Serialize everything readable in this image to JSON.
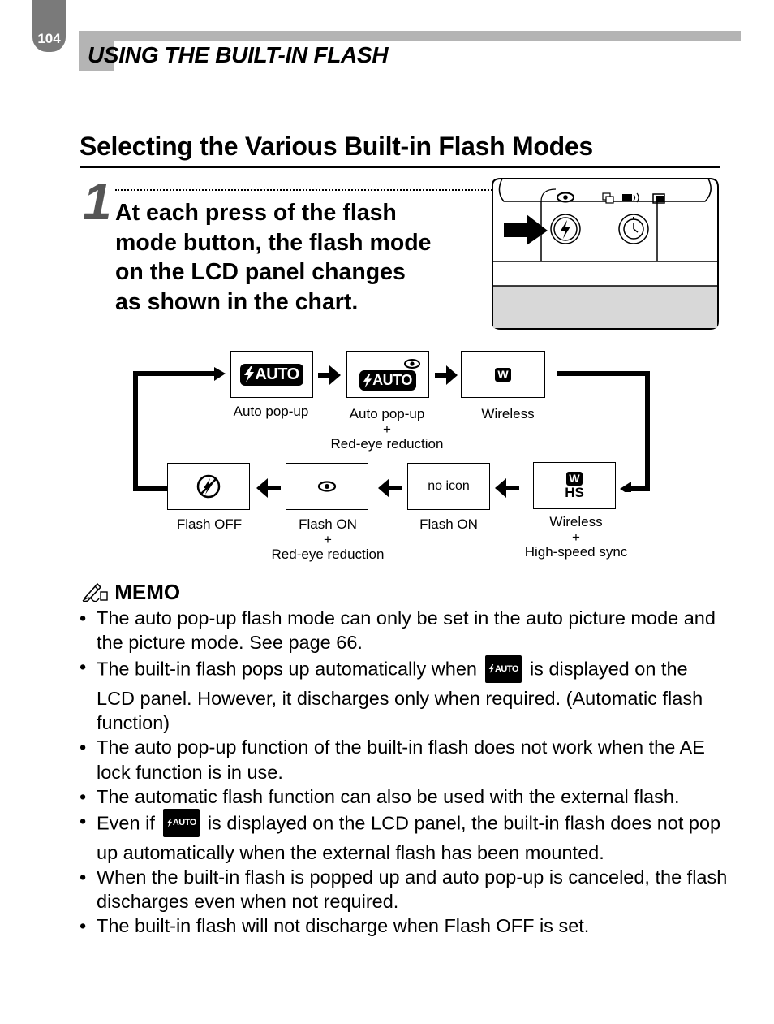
{
  "page": {
    "number": "104"
  },
  "header": {
    "title": "USING THE BUILT-IN FLASH"
  },
  "section": {
    "title": "Selecting the Various Built-in Flash Modes"
  },
  "step": {
    "number": "1",
    "lines": [
      "At each press of the flash",
      "mode button, the flash mode",
      "on the LCD panel changes",
      "as shown in the chart."
    ]
  },
  "flow": {
    "top_row": [
      {
        "icon": "flash-auto-icon",
        "badge": "AUTO",
        "label": [
          "Auto pop-up"
        ]
      },
      {
        "icon": "flash-auto-redeye-icon",
        "badge": "AUTO",
        "label": [
          "Auto pop-up",
          "+",
          "Red-eye reduction"
        ]
      },
      {
        "icon": "wireless-icon",
        "badge": "W",
        "label": [
          "Wireless"
        ]
      }
    ],
    "bottom_row": [
      {
        "icon": "flash-off-icon",
        "label": [
          "Flash OFF"
        ]
      },
      {
        "icon": "redeye-icon",
        "label": [
          "Flash ON",
          "+",
          "Red-eye reduction"
        ]
      },
      {
        "icon": "none",
        "box_text": "no icon",
        "label": [
          "Flash ON"
        ]
      },
      {
        "icon": "wireless-hs-icon",
        "badge": "W",
        "box_text": "HS",
        "label": [
          "Wireless",
          "+",
          "High-speed sync"
        ]
      }
    ]
  },
  "memo": {
    "title": "MEMO",
    "badge": "AUTO",
    "items": [
      {
        "text": "The auto pop-up flash mode can only be set in the auto picture mode and the picture mode. See page 66."
      },
      {
        "before": "The built-in flash pops up automatically when",
        "after": "is displayed on the LCD panel. However, it discharges only when required. (Automatic flash function)"
      },
      {
        "text": "The auto pop-up function of the built-in flash does not work when the AE lock function is in use."
      },
      {
        "text": "The automatic flash function can also be used with the external flash."
      },
      {
        "before": "Even if",
        "after": "is displayed on the LCD panel, the built-in flash does not pop up automatically when the external flash has been mounted."
      },
      {
        "text": "When the built-in flash is popped up and auto pop-up is canceled, the flash discharges even when not required."
      },
      {
        "text": "The built-in flash will not discharge when Flash OFF is set."
      }
    ]
  }
}
